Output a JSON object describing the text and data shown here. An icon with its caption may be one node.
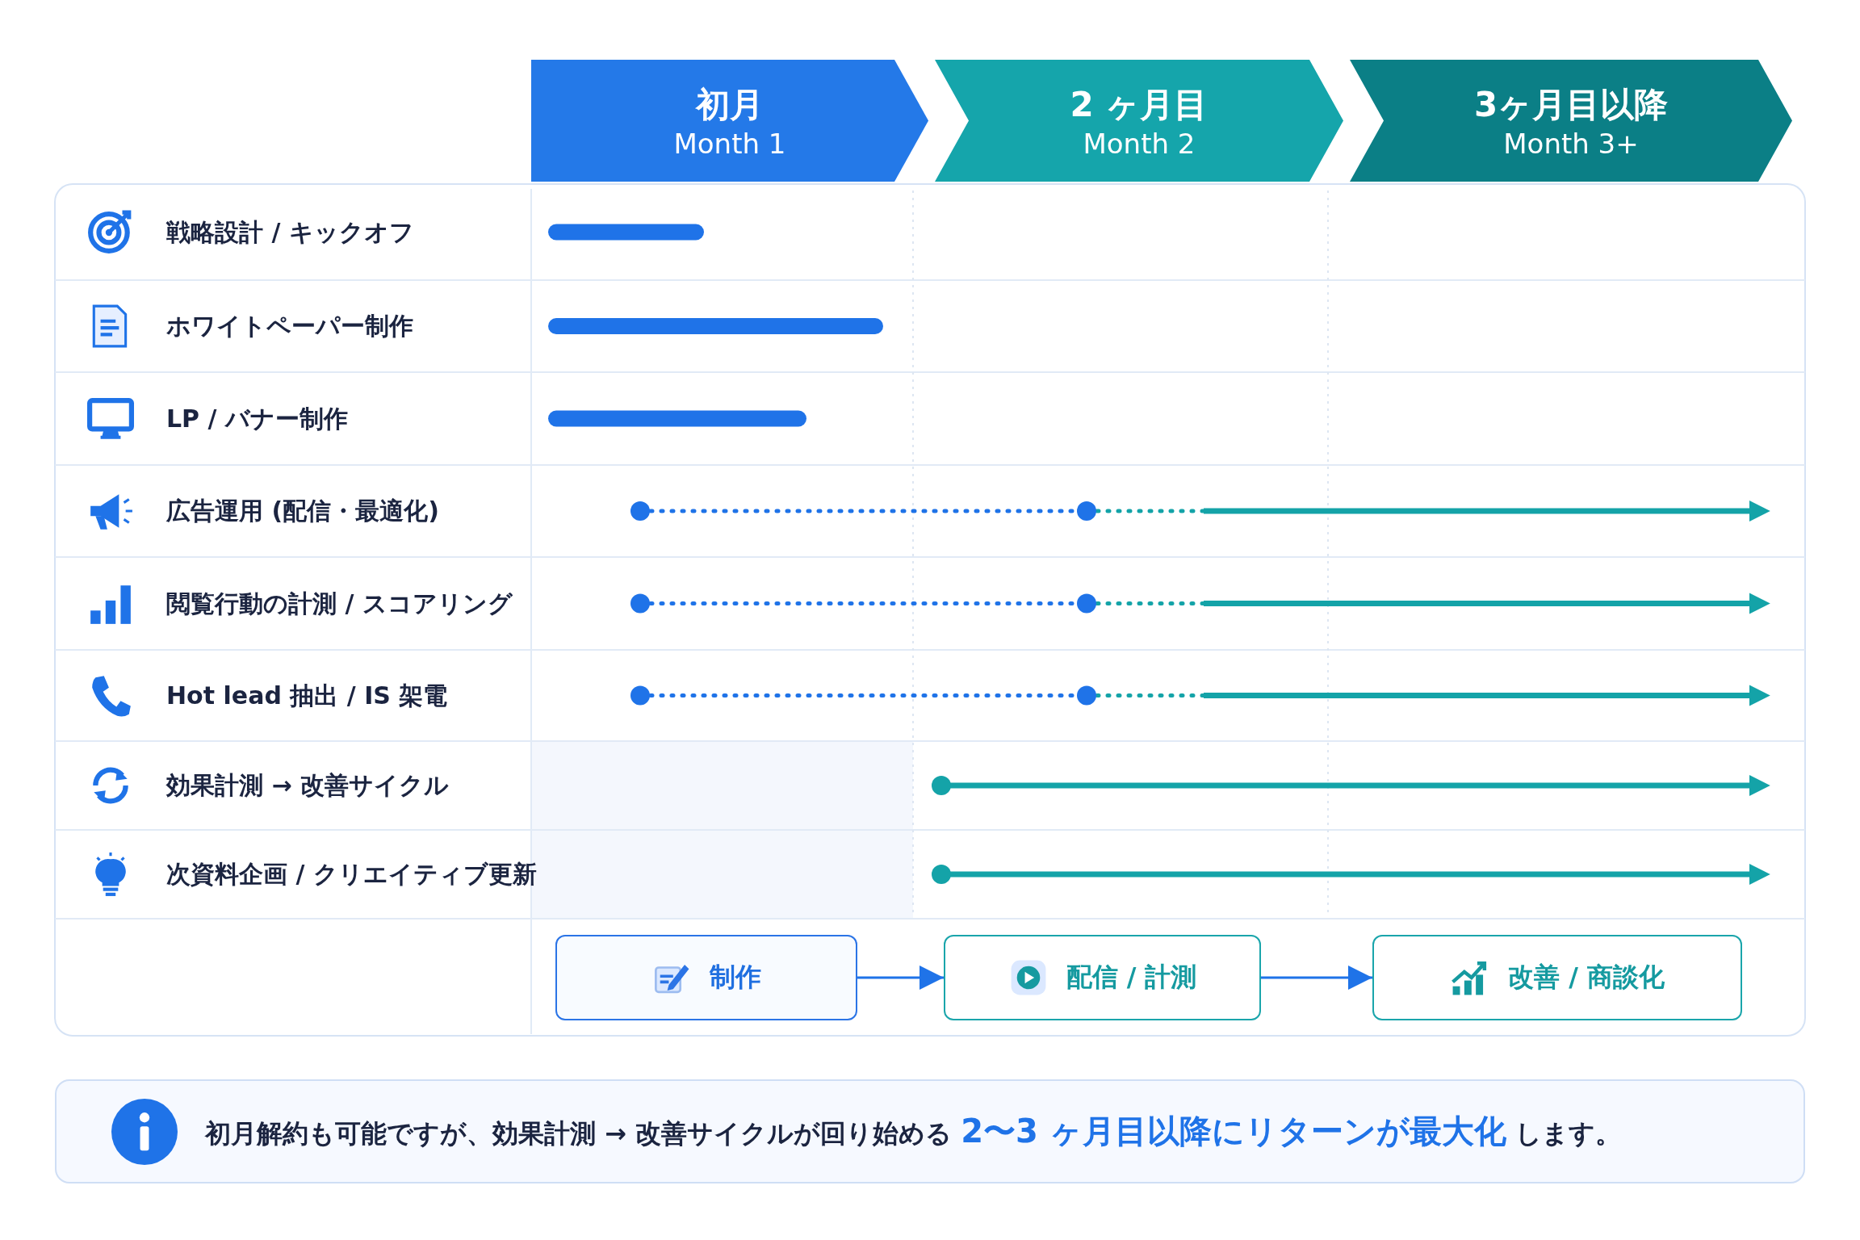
{
  "diagram": {
    "nodes": [
      {
        "text": [
          "初月",
          "Month 1"
        ]
      },
      {
        "text": [
          "2 ヶ月目",
          "Month 2"
        ]
      },
      {
        "text": [
          "3ヶ月目以降",
          "Month 3+"
        ]
      },
      {
        "text": [
          "制作"
        ]
      },
      {
        "text": [
          "配信 / 計測"
        ]
      },
      {
        "text": [
          "改善 / 商談化"
        ]
      },
      {
        "text": [
          "初月解約も可能ですが、効果計測 → 改善サイクルが回り始める **2〜3 ヶ月目以降にリターンが最大化** します。"
        ]
      }
    ],
    "edges": [
      {
        "from": 3,
        "to": 4,
        "arrow": "to"
      },
      {
        "from": 4,
        "to": 5,
        "arrow": "to"
      }
    ],
    "labels": [
      "戦略設計 / キックオフ",
      "ホワイトペーパー制作",
      "LP / バナー制作",
      "広告運用 (配信・最適化)",
      "閲覧行動の計測 / スコアリング",
      "Hot lead 抽出 / IS 架電",
      "効果計測 → 改善サイクル",
      "次資料企画 / クリエイティブ更新"
    ]
  }
}
